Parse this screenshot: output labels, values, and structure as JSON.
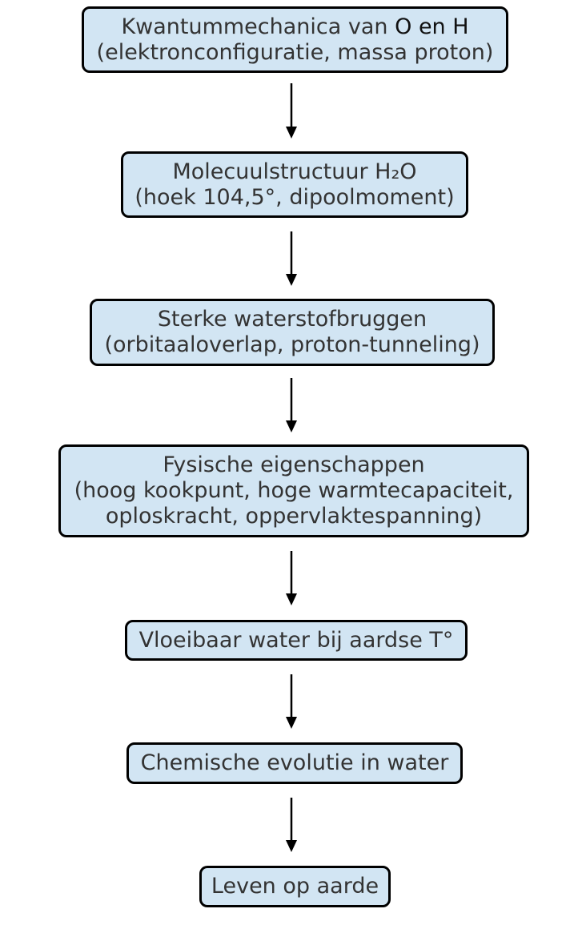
{
  "nodes": [
    {
      "line1": "Kwantummechanica van ",
      "line1_highlight": "O en H",
      "line2": "(elektronconfiguratie, massa proton)"
    },
    {
      "line1": "Molecuulstructuur H₂O",
      "line2": "(hoek 104,5°, dipoolmoment)"
    },
    {
      "line1": "Sterke waterstofbruggen",
      "line2": "(orbitaaloverlap, proton-tunneling)"
    },
    {
      "line1": "Fysische eigenschappen",
      "line2": "(hoog kookpunt, hoge warmtecapaciteit,",
      "line3": "oploskracht, oppervlaktespanning)"
    },
    {
      "line1": "Vloeibaar water bij aardse T°"
    },
    {
      "line1": "Chemische evolutie in water"
    },
    {
      "line1": "Leven op aarde"
    }
  ],
  "colors": {
    "node_fill": "#d2e5f3",
    "node_border": "#000000",
    "text": "#333333",
    "arrow": "#000000"
  }
}
